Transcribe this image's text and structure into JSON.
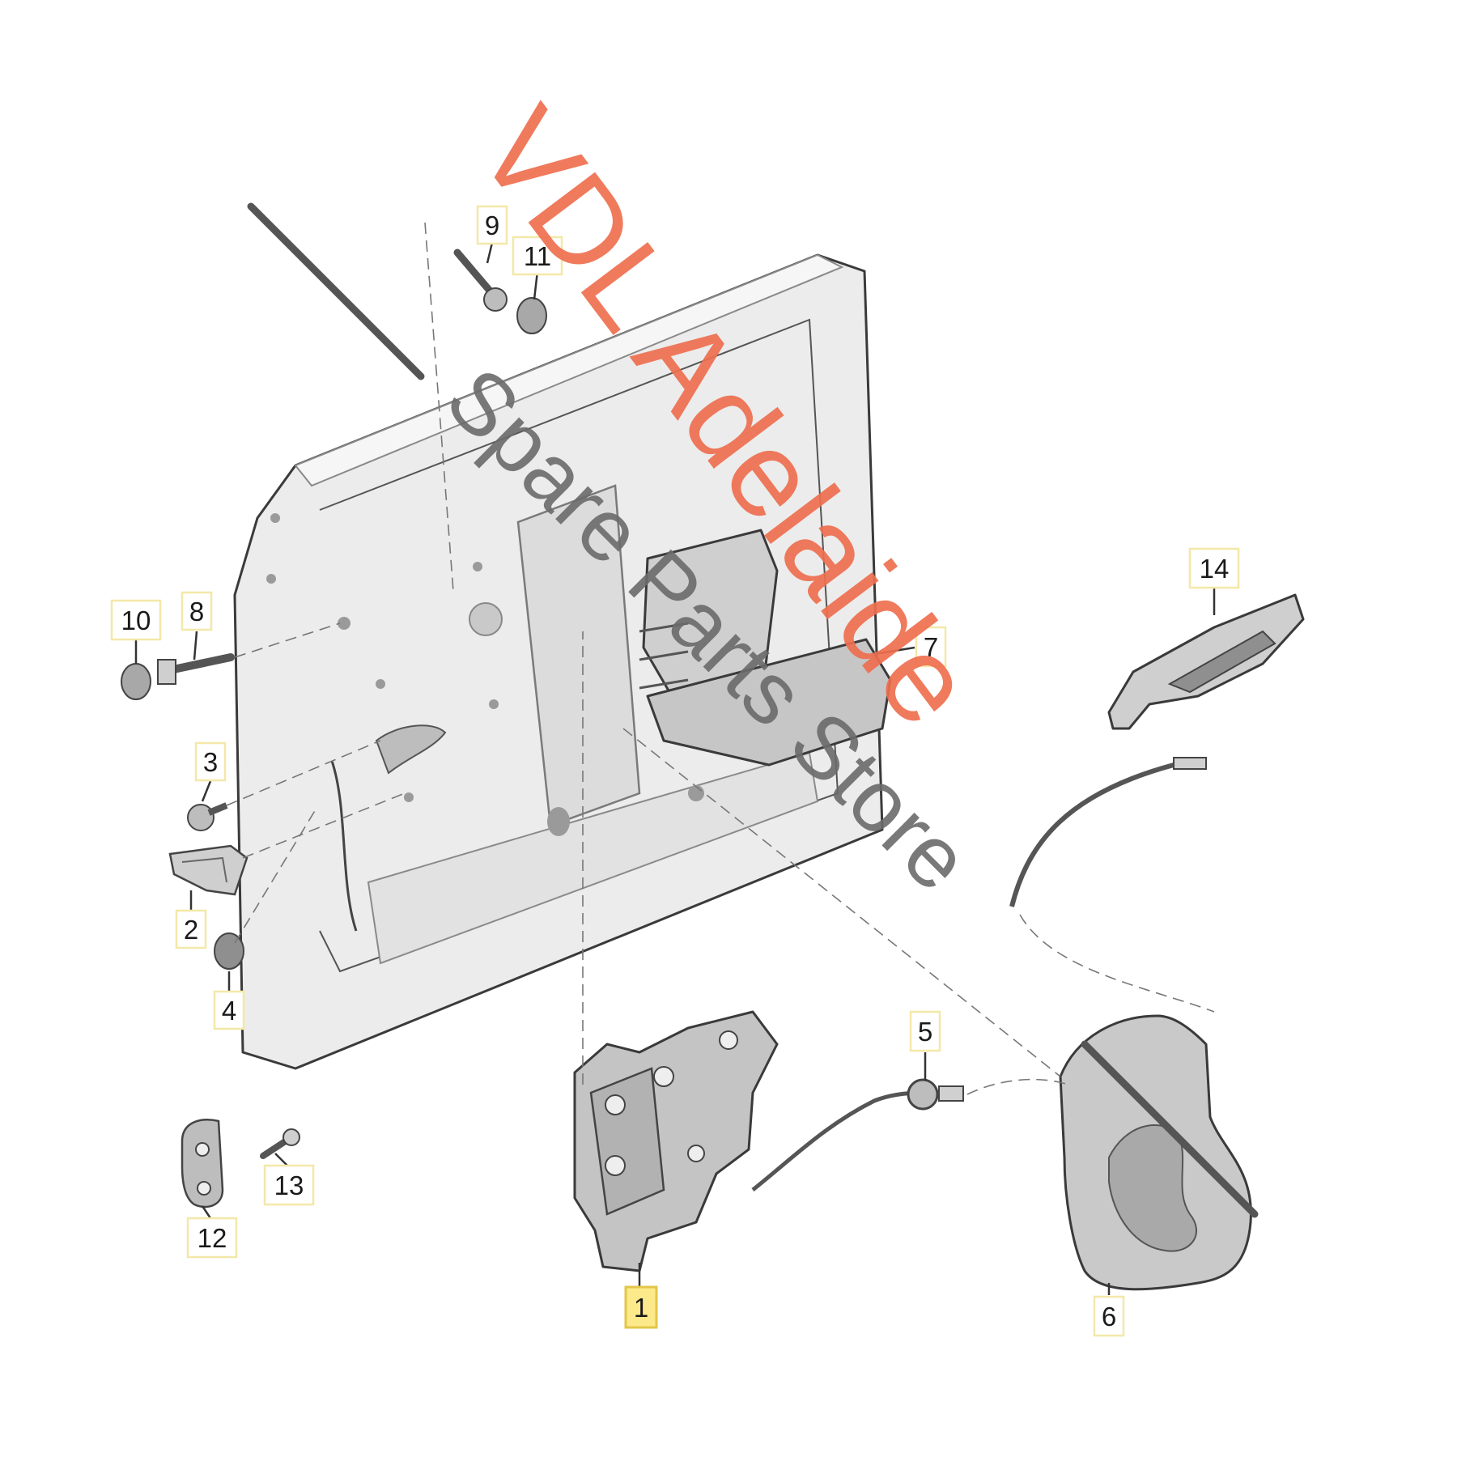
{
  "callouts": [
    {
      "id": "1",
      "label": "1",
      "highlighted": true
    },
    {
      "id": "2",
      "label": "2",
      "highlighted": false
    },
    {
      "id": "3",
      "label": "3",
      "highlighted": false
    },
    {
      "id": "4",
      "label": "4",
      "highlighted": false
    },
    {
      "id": "5",
      "label": "5",
      "highlighted": false
    },
    {
      "id": "6",
      "label": "6",
      "highlighted": false
    },
    {
      "id": "7",
      "label": "7",
      "highlighted": false
    },
    {
      "id": "8",
      "label": "8",
      "highlighted": false
    },
    {
      "id": "9",
      "label": "9",
      "highlighted": false
    },
    {
      "id": "10",
      "label": "10",
      "highlighted": false
    },
    {
      "id": "11",
      "label": "11",
      "highlighted": false
    },
    {
      "id": "12",
      "label": "12",
      "highlighted": false
    },
    {
      "id": "13",
      "label": "13",
      "highlighted": false
    },
    {
      "id": "14",
      "label": "14",
      "highlighted": false
    }
  ],
  "watermark": {
    "primary": "VDL Adelaide",
    "secondary": "Spare Parts Store",
    "primary_color": "#ef6f4f",
    "secondary_color": "#6b6b6b"
  },
  "colors": {
    "callout_box_border": "#f3e8a8",
    "callout_highlight_fill": "#fbe98a",
    "callout_highlight_border": "#e3c64a",
    "door_panel": "#ececec",
    "part_fill": "#cfcfcf"
  }
}
